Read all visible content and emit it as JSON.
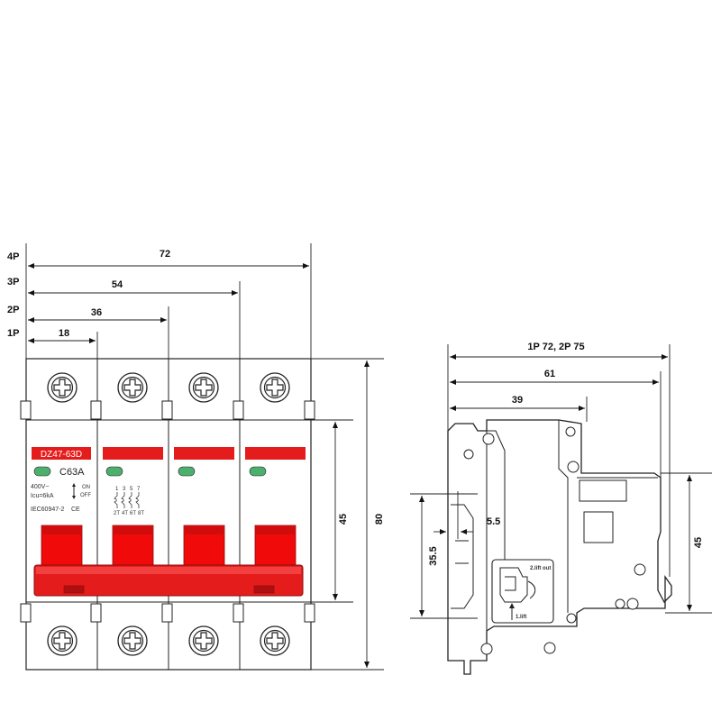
{
  "pole_labels": [
    "4P",
    "3P",
    "2P",
    "1P"
  ],
  "front_widths": [
    "72",
    "54",
    "36",
    "18"
  ],
  "front_heights": {
    "inner": "45",
    "outer": "80"
  },
  "breaker": {
    "model": "DZ47-63D",
    "rating": "C63A",
    "voltage": "400V~",
    "icu": "Icu=6kA",
    "standard": "IEC60947-2",
    "ce": "CE",
    "on": "ON",
    "off": "OFF",
    "terminals_top": [
      "1",
      "3",
      "5",
      "7"
    ],
    "terminals_bottom": [
      "2T",
      "4T",
      "6T",
      "8T"
    ]
  },
  "side": {
    "depth_total": "1P 72, 2P 75",
    "depth_mid": "61",
    "depth_front": "39",
    "rail_offset": "5.5",
    "rail_height": "35.5",
    "front_height": "45",
    "lift_out": "2.lift out",
    "lift": "1.lift"
  },
  "colors": {
    "body": "#e51c1c",
    "handle": "#f00a0a",
    "dark_red": "#b00f0f",
    "indicator": "#4caf6e",
    "line": "#222222"
  }
}
